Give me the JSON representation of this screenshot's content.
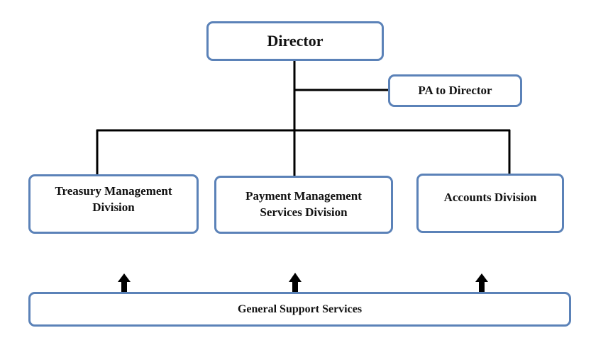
{
  "chart": {
    "director": "Director",
    "pa": "PA to Director",
    "divisions": [
      {
        "line1": "Treasury Management",
        "line2": "Division"
      },
      {
        "line1": "Payment Management",
        "line2": "Services Division"
      },
      {
        "line1": "Accounts Division",
        "line2": ""
      }
    ],
    "support": "General Support Services"
  },
  "colors": {
    "box_border": "#5b82b8",
    "line": "#000000"
  }
}
